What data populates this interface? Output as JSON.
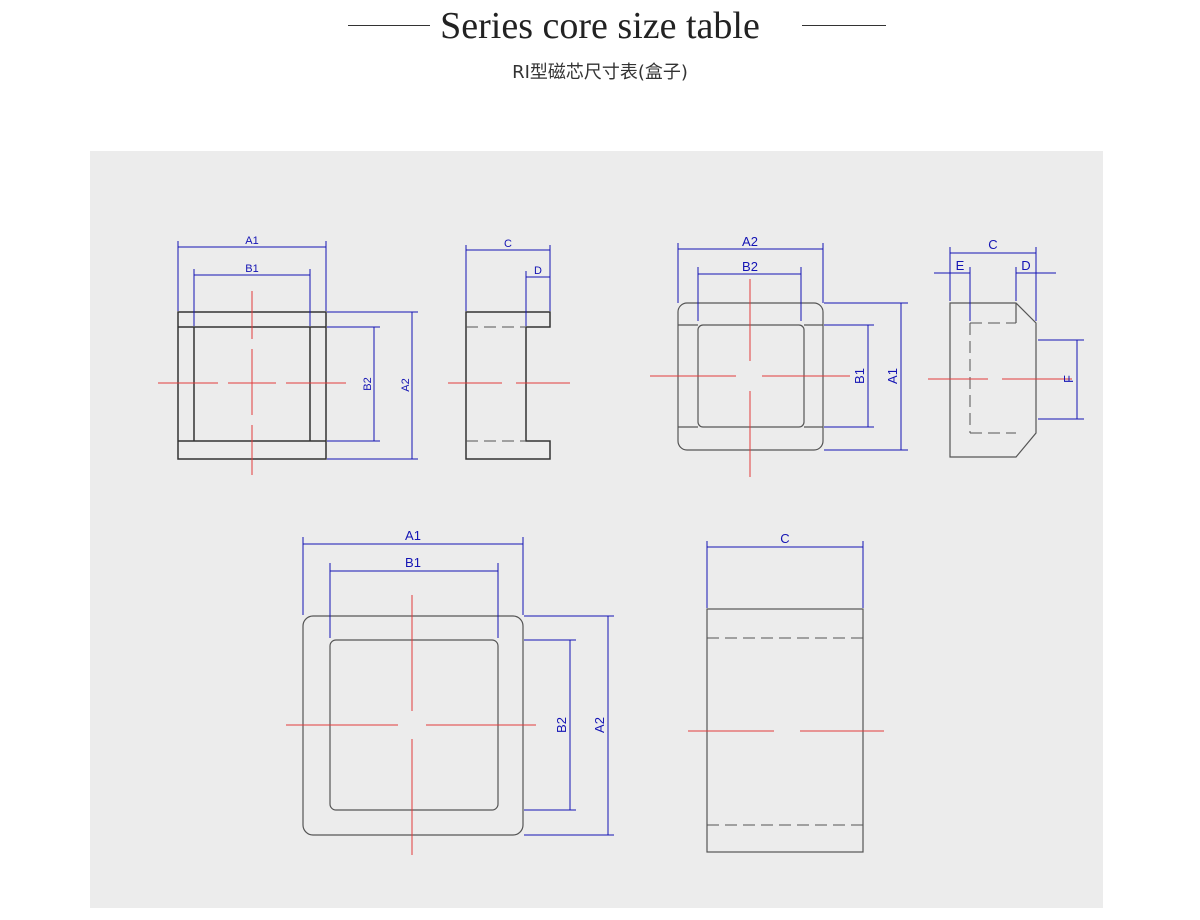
{
  "header": {
    "title": "Series core size table",
    "subtitle": "RI型磁芯尺寸表(盒子)"
  },
  "labels": {
    "A1": "A1",
    "A2": "A2",
    "B1": "B1",
    "B2": "B2",
    "C": "C",
    "D": "D",
    "E": "E",
    "F": "F"
  },
  "colors": {
    "dimension": "#1414b4",
    "centerline": "#e23b3b",
    "outline": "#555555",
    "panel": "#ececec"
  }
}
